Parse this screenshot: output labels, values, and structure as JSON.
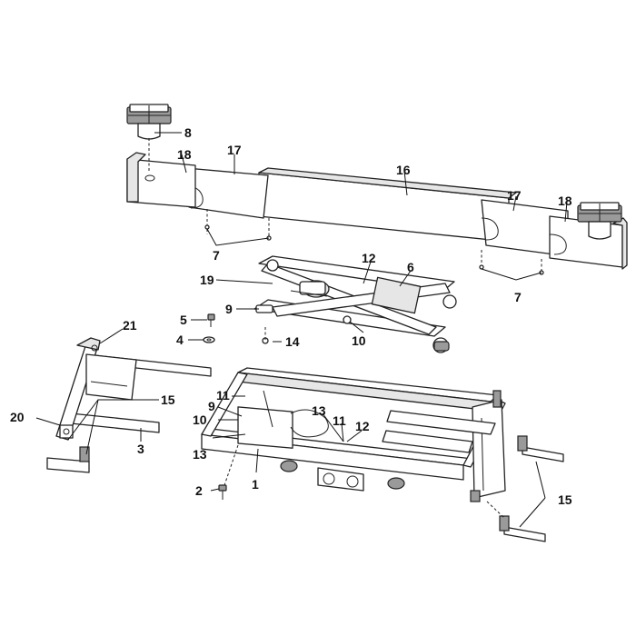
{
  "callouts": {
    "c1": "1",
    "c2": "2",
    "c3": "3",
    "c4": "4",
    "c5": "5",
    "c6": "6",
    "c7a": "7",
    "c7b": "7",
    "c8": "8",
    "c9a": "9",
    "c9b": "9",
    "c10a": "10",
    "c10b": "10",
    "c11a": "11",
    "c11b": "11",
    "c12a": "12",
    "c12b": "12",
    "c13a": "13",
    "c13b": "13",
    "c14": "14",
    "c15a": "15",
    "c15b": "15",
    "c16": "16",
    "c17a": "17",
    "c17b": "17",
    "c18a": "18",
    "c18b": "18",
    "c19": "19",
    "c20": "20",
    "c21": "21"
  }
}
